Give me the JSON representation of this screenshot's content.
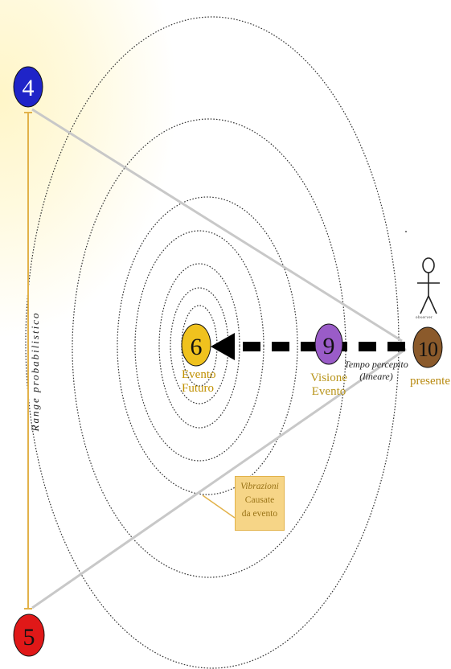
{
  "nodes": {
    "n4": {
      "number": "4",
      "color": "#1f24c8"
    },
    "n5": {
      "number": "5",
      "color": "#e01818"
    },
    "n6": {
      "number": "6",
      "color": "#f0c21e"
    },
    "n9": {
      "number": "9",
      "color": "#9a5cc8"
    },
    "n10": {
      "number": "10",
      "color": "#8b5a2b"
    }
  },
  "labels": {
    "evento_futuro": [
      "Evento",
      "Futuro"
    ],
    "visione_evento": [
      "Visione",
      "Evento"
    ],
    "presente": "presente",
    "tempo_percepito": [
      "Tempo percepito",
      "(lineare)"
    ],
    "range": "Range probabilistico",
    "vibrazioni": [
      "Vibrazioni",
      "Causate",
      "da evento"
    ],
    "observer": "observer"
  },
  "colors": {
    "range_line": "#e2b24a",
    "cone_lines": "#c8c8c8",
    "arrow": "#000000",
    "rings": "#333333"
  },
  "icons": {
    "observer": "stick-figure-icon"
  }
}
